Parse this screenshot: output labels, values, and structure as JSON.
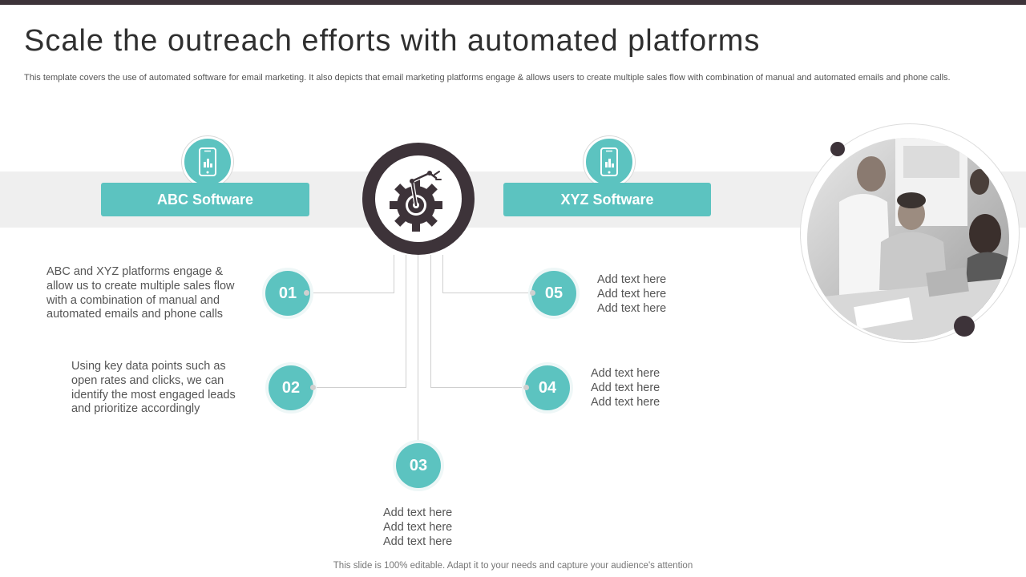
{
  "header": {
    "title": "Scale the outreach efforts with automated platforms",
    "subtitle": "This template covers the use of automated software for email marketing. It also depicts that email marketing platforms engage & allows users to create multiple sales flow with combination of manual  and  automated emails and phone calls."
  },
  "software": {
    "left_label": "ABC Software",
    "right_label": "XYZ Software"
  },
  "steps": [
    {
      "number": "01",
      "lines": [
        "ABC and XYZ platforms engage  &",
        "allow us  to create multiple  sales flow",
        "with  a  combination of manual  and",
        "automated emails  and  phone calls"
      ]
    },
    {
      "number": "02",
      "lines": [
        "Using  key data  points  such as",
        "open  rates and clicks,  we  can",
        "identify  the  most engaged  leads",
        "and  prioritize accordingly"
      ]
    },
    {
      "number": "03",
      "lines": [
        "Add text here",
        "Add text here",
        "Add text here"
      ]
    },
    {
      "number": "04",
      "lines": [
        "Add text here",
        "Add text here",
        "Add text here"
      ]
    },
    {
      "number": "05",
      "lines": [
        "Add text here",
        "Add text here",
        "Add text here"
      ]
    }
  ],
  "footer": "This slide is 100% editable. Adapt it to your needs and capture your audience's attention",
  "colors": {
    "teal": "#5cc3c0",
    "dark": "#3d3339",
    "band": "#efefef"
  },
  "icons": {
    "phone": "smartphone-icon",
    "hub": "robotic-arm-gear-icon",
    "photo": "team-meeting-photo"
  }
}
